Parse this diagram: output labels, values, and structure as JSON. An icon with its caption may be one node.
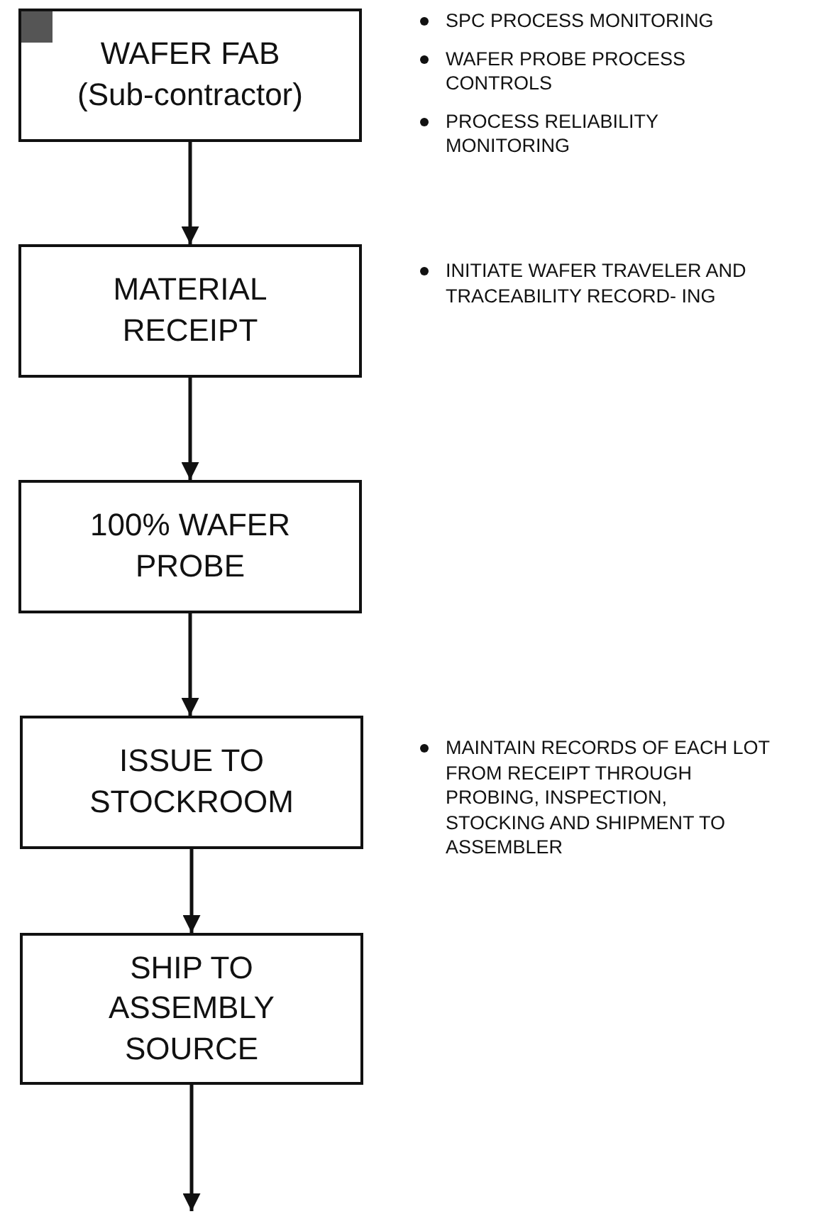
{
  "diagram": {
    "nodes": [
      {
        "text": [
          "WAFER FAB (Sub-contractor)"
        ],
        "beside": [
          "SPC PROCESS MONITORING",
          "WAFER PROBE PROCESS CONTROLS",
          "PROCESS RELIABILITY MONITORING"
        ]
      },
      {
        "text": [
          "MATERIAL RECEIPT"
        ]
      },
      {
        "text": [
          "100% WAFER PROBE"
        ]
      },
      {
        "text": [
          "ISSUE TO STOCKROOM"
        ]
      },
      {
        "text": [
          "SHIP TO ASSEMBLY SOURCE"
        ]
      }
    ],
    "edges": [
      {
        "from": 0,
        "to": 1,
        "arrow": "to"
      },
      {
        "from": 1,
        "to": 2,
        "arrow": "to"
      },
      {
        "from": 2,
        "to": 3,
        "arrow": "to"
      },
      {
        "from": 3,
        "to": 4,
        "arrow": "to"
      },
      {
        "from": 4,
        "to": null,
        "arrow": "to"
      }
    ],
    "labels": [
      "INITIATE WAFER TRAVELER AND TRACEABILITY RECORD- ING",
      "MAINTAIN RECORDS OF EACH LOT FROM RECEIPT THROUGH PROBING, INSPECTION, STOCKING AND SHIPMENT TO ASSEMBLER"
    ]
  }
}
